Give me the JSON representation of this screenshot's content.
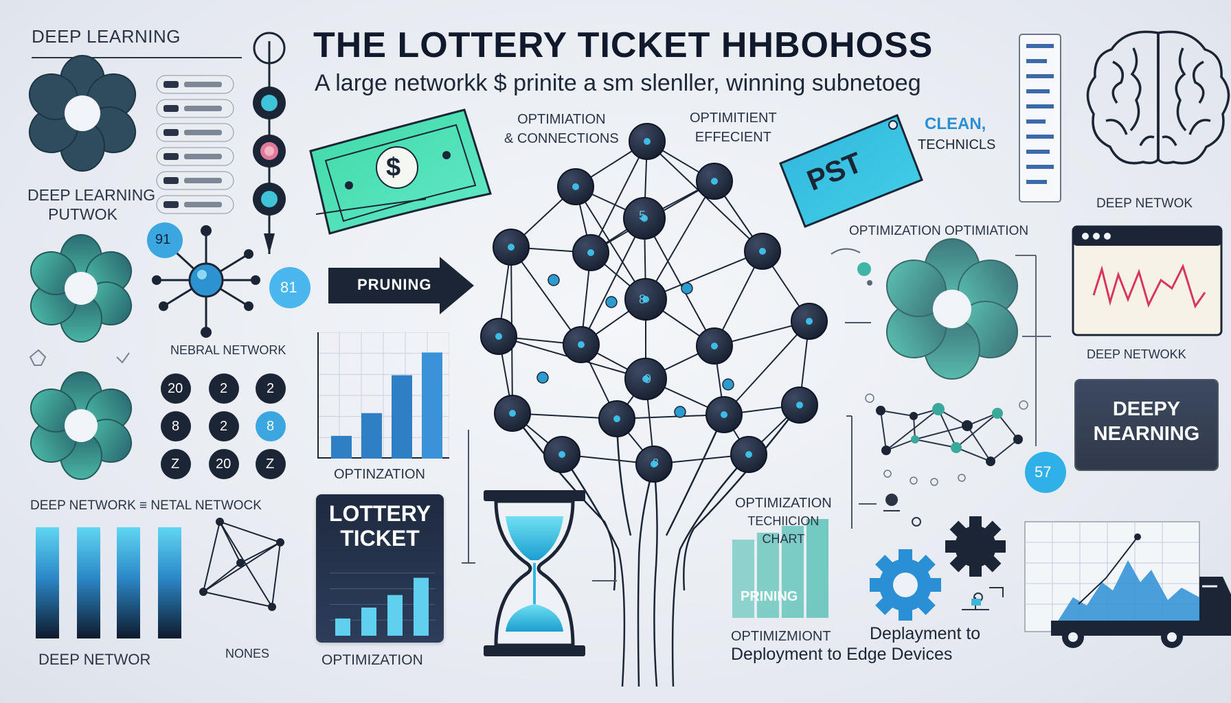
{
  "header": {
    "title": "THE LOTTERY TICKET HHBOHOSS",
    "subtitle": "A large networkk $ prinite a sm slenller, winning subnetoeg",
    "top_left_label": "DEEP LEARNING"
  },
  "left_panel": {
    "deep_learning_putwok": [
      "DEEP LEARNING",
      "PUTWOK"
    ],
    "neural_network_label": "NEBRAL NETWORK",
    "deep_networks_label": "DEEP NETWORK ≡ NETAL NETWOCK",
    "deep_networ_label": "DEEP NETWOR",
    "nones_label": "NONES",
    "badge_91": "91",
    "badge_81": "81",
    "digits": [
      "20",
      "2",
      "2",
      "8",
      "2",
      "8",
      "Z",
      "20",
      "Z"
    ]
  },
  "center": {
    "pruning_arrow": "PRUNING",
    "optimization_connections": [
      "OPTIMIATION",
      "& CONNECTIONS"
    ],
    "optimitient_efficient": [
      "OPTIMITIENT",
      "EFFECIENT"
    ],
    "chart_label": "OPTINZATION",
    "lottery_ticket_card": [
      "LOTTERY",
      "TICKET"
    ],
    "optimization_bottom": "OPTIMIZATION",
    "money_symbol": "$",
    "node_labels": [
      "5",
      "8",
      "9",
      "8"
    ]
  },
  "right_panel": {
    "pst_tag": "PST",
    "clean_label": [
      "CLEAN,",
      "TECHNICLS"
    ],
    "deep_netwok_1": "DEEP NETWOK",
    "optimization_optimiation": "OPTIMIZATION OPTIMIATION",
    "deep_netwokk_2": "DEEP NETWOKK",
    "deepy_nearning": [
      "DEEPY",
      "NEARNING"
    ],
    "badge_57": "57",
    "optimization_technique_chart": [
      "OPTIMIZATION",
      "TECHIICION",
      "CHART"
    ],
    "pruning_bar": "PRINING",
    "optimizmiont": "OPTIMIZMIONT",
    "deplayment": [
      "Deplayment to",
      "Deployment to Edge Devices"
    ]
  },
  "colors": {
    "navy": "#1c2536",
    "teal": "#3aa89a",
    "blue": "#2b8fd6",
    "cyan": "#4cc3e6",
    "green_money": "#4fe0b0"
  },
  "icons": [
    "hourglass-icon",
    "brain-icon",
    "gear-icon",
    "truck-icon",
    "money-icon",
    "flower-icon",
    "arrow-right-icon"
  ]
}
